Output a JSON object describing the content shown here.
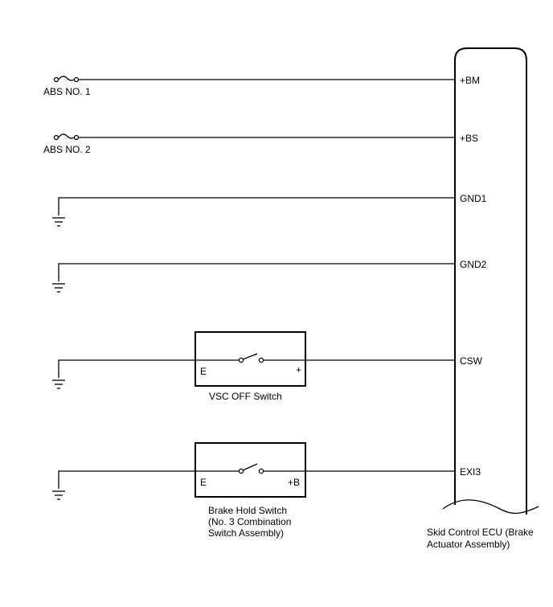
{
  "fuses": [
    {
      "label": "ABS NO. 1",
      "pin": "+BM"
    },
    {
      "label": "ABS NO. 2",
      "pin": "+BS"
    }
  ],
  "grounds": [
    {
      "pin": "GND1"
    },
    {
      "pin": "GND2"
    }
  ],
  "switches": [
    {
      "name": "VSC OFF Switch",
      "left_terminal": "E",
      "right_terminal": "+",
      "pin": "CSW",
      "name_lines": [
        "VSC OFF Switch"
      ]
    },
    {
      "name": "Brake Hold Switch (No. 3 Combination Switch Assembly)",
      "left_terminal": "E",
      "right_terminal": "+B",
      "pin": "EXI3",
      "name_lines": [
        "Brake Hold Switch",
        "(No. 3 Combination",
        "Switch Assembly)"
      ]
    }
  ],
  "ecu": {
    "label_lines": [
      "Skid Control ECU (Brake",
      "Actuator Assembly)"
    ]
  }
}
